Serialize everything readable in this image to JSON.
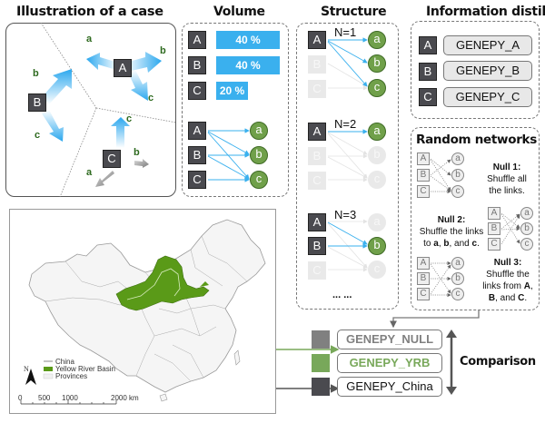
{
  "panels": {
    "illustration": {
      "title": "Illustration of a case",
      "nodes": [
        {
          "label": "A",
          "targets": [
            "a",
            "b",
            "c"
          ]
        },
        {
          "label": "B",
          "targets": [
            "b",
            "c"
          ]
        },
        {
          "label": "C",
          "targets": [
            "a",
            "b",
            "c"
          ]
        }
      ]
    },
    "volume": {
      "title": "Volume",
      "bars": [
        {
          "node": "A",
          "label": "40 %",
          "value": 40
        },
        {
          "node": "B",
          "label": "40 %",
          "value": 40
        },
        {
          "node": "C",
          "label": "20 %",
          "value": 20
        }
      ],
      "sources": [
        "A",
        "B",
        "C"
      ],
      "targets": [
        "a",
        "b",
        "c"
      ]
    },
    "structure": {
      "title": "Structure",
      "groups": [
        {
          "label": "N=1",
          "sources": [
            "A",
            "B",
            "C"
          ],
          "targets": [
            "a",
            "b",
            "c"
          ]
        },
        {
          "label": "N=2",
          "sources": [
            "A",
            "B",
            "C"
          ],
          "targets": [
            "a",
            "b",
            "c"
          ]
        },
        {
          "label": "N=3",
          "sources": [
            "A",
            "B",
            "C"
          ],
          "targets": [
            "a",
            "b",
            "c"
          ]
        }
      ],
      "ellipsis": "... ..."
    },
    "distil": {
      "title": "Information distil",
      "rows": [
        {
          "node": "A",
          "label": "GENEPY_A"
        },
        {
          "node": "B",
          "label": "GENEPY_B"
        },
        {
          "node": "C",
          "label": "GENEPY_C"
        }
      ]
    },
    "random": {
      "title": "Random networks",
      "nulls": [
        {
          "head": "Null 1:",
          "line1": "Shuffle all",
          "line2": "the links."
        },
        {
          "head": "Null 2:",
          "line1": "Shuffle the links",
          "line2_pre": "to ",
          "a": "a",
          "sep1": ", ",
          "b": "b",
          "sep2": ", and ",
          "c": "c",
          "end": "."
        },
        {
          "head": "Null 3:",
          "line1": "Shuffle the",
          "line2_pre": "links from ",
          "A": "A",
          "comma": ",",
          "B": "B",
          "sep": ", and ",
          "C": "C",
          "end": "."
        }
      ],
      "src": [
        "A",
        "B",
        "C"
      ],
      "tgt": [
        "a",
        "b",
        "c"
      ]
    }
  },
  "map": {
    "legend": {
      "north": "N",
      "china": "China",
      "yrb": "Yellow River Basin",
      "provinces": "Provinces"
    },
    "scale": {
      "t0": "0",
      "t1": "500",
      "t2": "1000",
      "t3": "2000 km"
    }
  },
  "comparison": {
    "items": [
      {
        "label": "GENEPY_NULL",
        "color": "#808080"
      },
      {
        "label": "GENEPY_YRB",
        "color": "#78a85a"
      },
      {
        "label": "GENEPY_China",
        "color": "#4a4a4f"
      }
    ],
    "title": "Comparison"
  },
  "colors": {
    "accent_blue": "#3ab0ee",
    "green": "#70a04a",
    "dark_node": "#4a4a4f"
  }
}
